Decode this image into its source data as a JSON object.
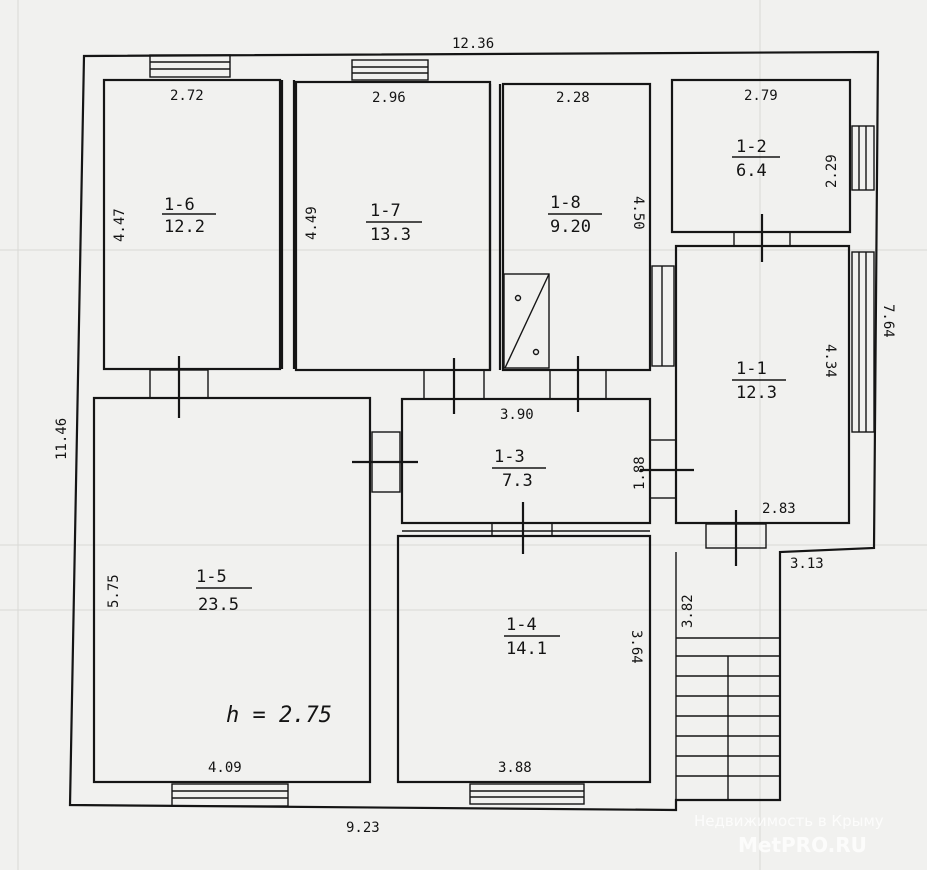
{
  "plan": {
    "outer_dims": {
      "top_width": "12.36",
      "left_height": "11.46",
      "bottom_width": "9.23",
      "right_height": "7.64",
      "right_bottom_width": "3.13"
    },
    "rooms": [
      {
        "id": "1-6",
        "area": "12.2",
        "dims": [
          "2.72",
          "4.47"
        ]
      },
      {
        "id": "1-7",
        "area": "13.3",
        "dims": [
          "2.96",
          "4.49"
        ]
      },
      {
        "id": "1-8",
        "area": "9.20",
        "dims": [
          "2.28",
          "4.50"
        ]
      },
      {
        "id": "1-2",
        "area": "6.4",
        "dims": [
          "2.79",
          "2.29"
        ]
      },
      {
        "id": "1-1",
        "area": "12.3",
        "dims": [
          "4.34",
          "2.83"
        ]
      },
      {
        "id": "1-3",
        "area": "7.3",
        "dims": [
          "3.90",
          "1.88"
        ]
      },
      {
        "id": "1-5",
        "area": "23.5",
        "dims": [
          "5.75",
          "4.09"
        ]
      },
      {
        "id": "1-4",
        "area": "14.1",
        "dims": [
          "3.64",
          "3.88"
        ]
      }
    ],
    "stair_dim": "3.82",
    "ceiling_height": "h = 2.75"
  },
  "watermark": {
    "line1": "Недвижимость в Крыму",
    "line2": "MetPRO.RU"
  }
}
